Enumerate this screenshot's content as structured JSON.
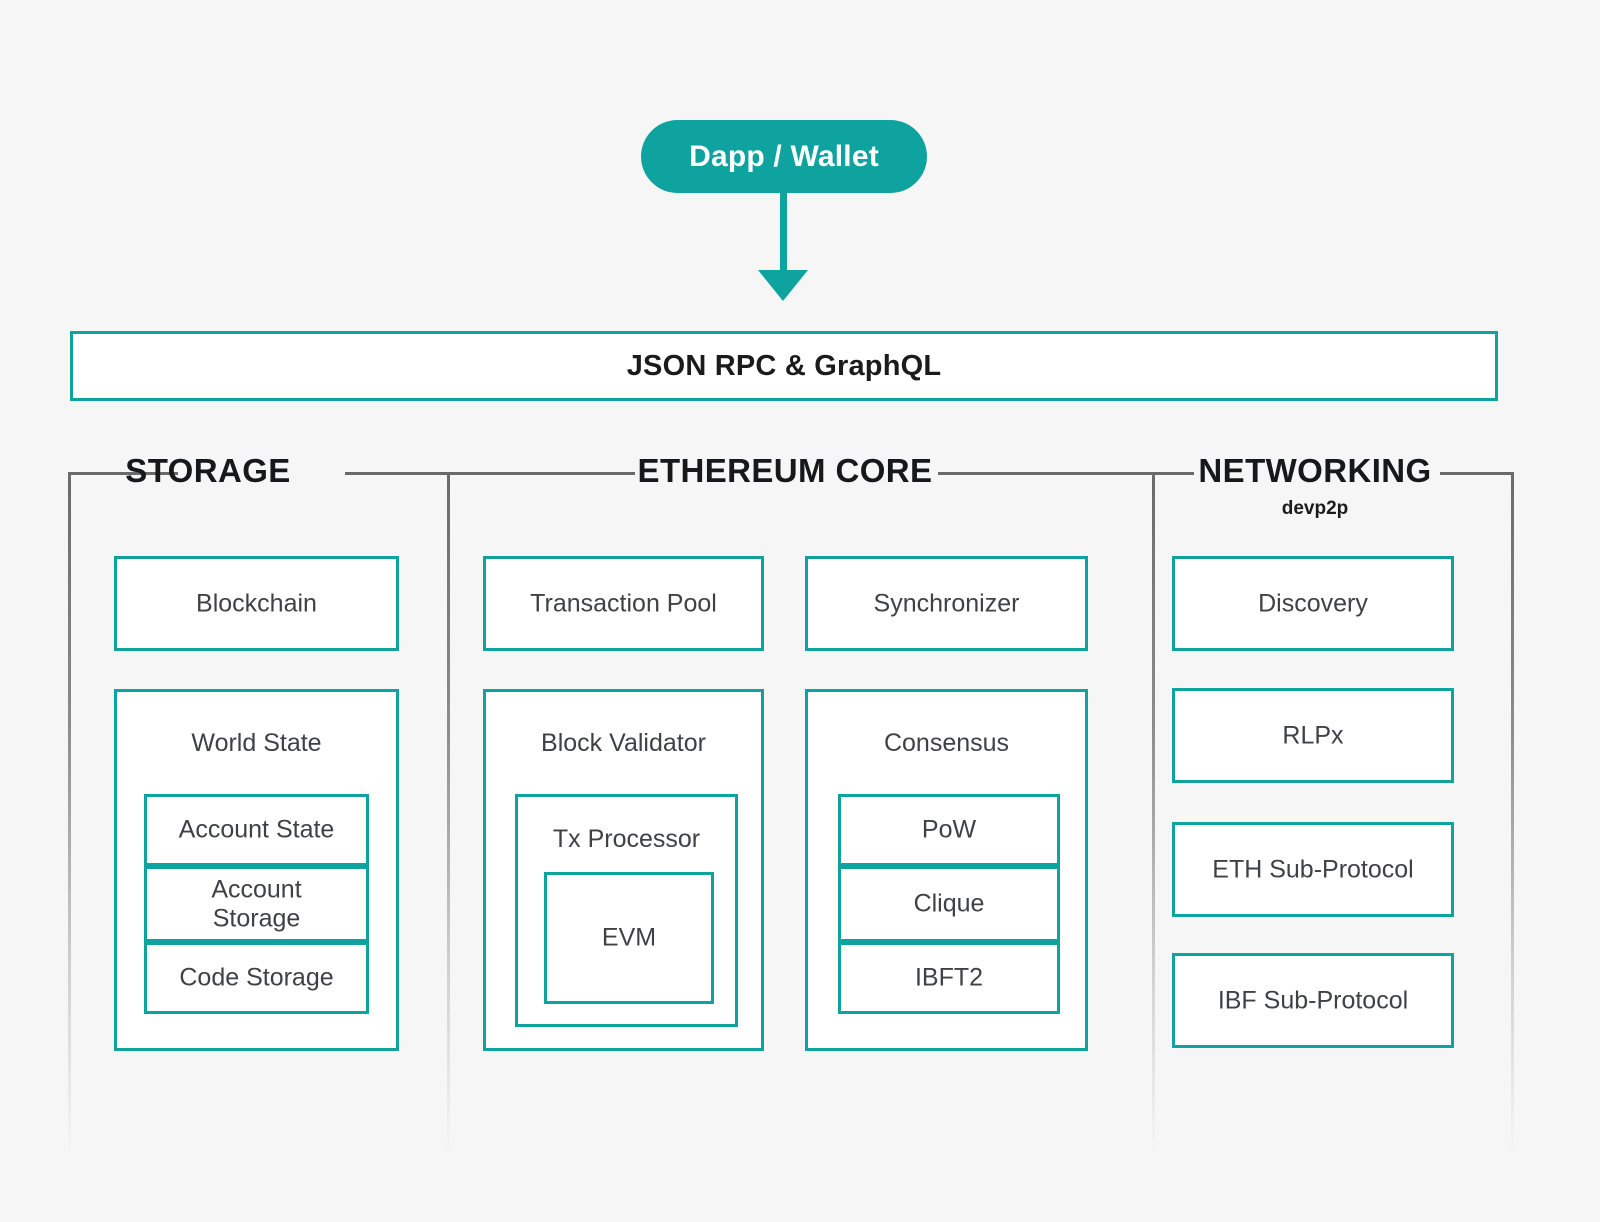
{
  "colors": {
    "accent": "#0fa3a0",
    "background": "#f6f6f6",
    "box_fill": "#ffffff",
    "text": "#3f4145",
    "heading": "#16181c",
    "bracket": "#6a6a6a"
  },
  "client": {
    "entrypoint": {
      "label": "Dapp / Wallet"
    },
    "api_layer": {
      "label": "JSON RPC & GraphQL"
    }
  },
  "sections": [
    {
      "id": "storage",
      "title": "STORAGE",
      "subtitle": "",
      "groups": [
        {
          "id": "blockchain",
          "label": "Blockchain",
          "children": []
        },
        {
          "id": "world-state",
          "label": "World State",
          "children": [
            {
              "id": "account-state",
              "label": "Account State"
            },
            {
              "id": "account-storage",
              "label": "Account\nStorage"
            },
            {
              "id": "code-storage",
              "label": "Code Storage"
            }
          ]
        }
      ]
    },
    {
      "id": "ethereum-core",
      "title": "ETHEREUM CORE",
      "subtitle": "",
      "groups": [
        {
          "id": "transaction-pool",
          "label": "Transaction Pool",
          "children": []
        },
        {
          "id": "synchronizer",
          "label": "Synchronizer",
          "children": []
        },
        {
          "id": "block-validator",
          "label": "Block Validator",
          "children": [
            {
              "id": "tx-processor",
              "label": "Tx Processor",
              "children": [
                {
                  "id": "evm",
                  "label": "EVM"
                }
              ]
            }
          ]
        },
        {
          "id": "consensus",
          "label": "Consensus",
          "children": [
            {
              "id": "pow",
              "label": "PoW"
            },
            {
              "id": "clique",
              "label": "Clique"
            },
            {
              "id": "ibft2",
              "label": "IBFT2"
            }
          ]
        }
      ]
    },
    {
      "id": "networking",
      "title": "NETWORKING",
      "subtitle": "devp2p",
      "groups": [
        {
          "id": "discovery",
          "label": "Discovery",
          "children": []
        },
        {
          "id": "rlpx",
          "label": "RLPx",
          "children": []
        },
        {
          "id": "eth-sub-protocol",
          "label": "ETH Sub-Protocol",
          "children": []
        },
        {
          "id": "ibf-sub-protocol",
          "label": "IBF Sub-Protocol",
          "children": []
        }
      ]
    }
  ]
}
